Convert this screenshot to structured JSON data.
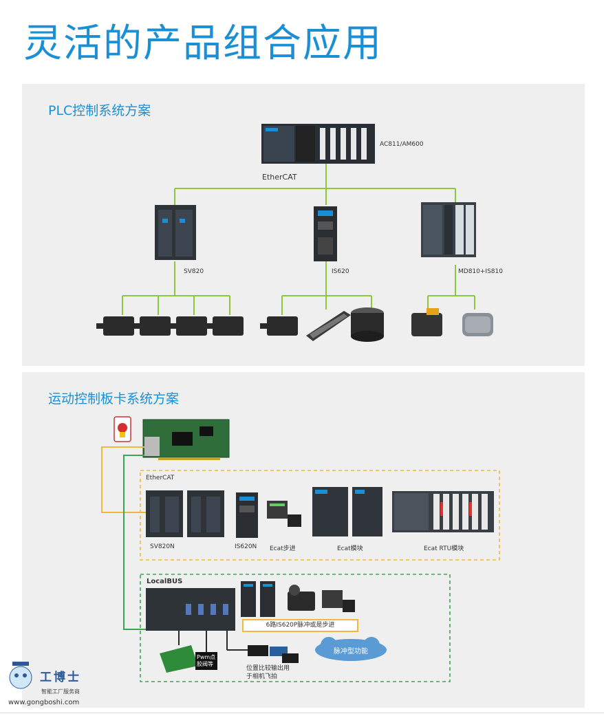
{
  "title": "灵活的产品组合应用",
  "plc": {
    "heading": "PLC控制系统方案",
    "controller": "AC811/AM600",
    "bus": "EtherCAT",
    "drives": [
      "SV820",
      "IS620",
      "MD810+IS810"
    ]
  },
  "motion": {
    "heading": "运动控制板卡系统方案",
    "bus": "EtherCAT",
    "devices": [
      "SV820N",
      "IS620N",
      "Ecat步进",
      "Ecat模块",
      "Ecat RTU模块"
    ],
    "localbus": "LocalBUS",
    "pulse_box": "6路IS620P脉冲或是步进",
    "pulse_cloud": "脉冲型功能",
    "pwm": "Pwm点胶阀等",
    "compare": "位置比较输出用于相机飞拍"
  },
  "watermark": {
    "brand": "工博士",
    "slogan": "智能工厂服务商",
    "url": "www.gongboshi.com"
  },
  "colors": {
    "accent": "#1a8fd6",
    "line": "#8dc63f",
    "dash_orange": "#f0b93a",
    "dash_green": "#3aa655"
  }
}
